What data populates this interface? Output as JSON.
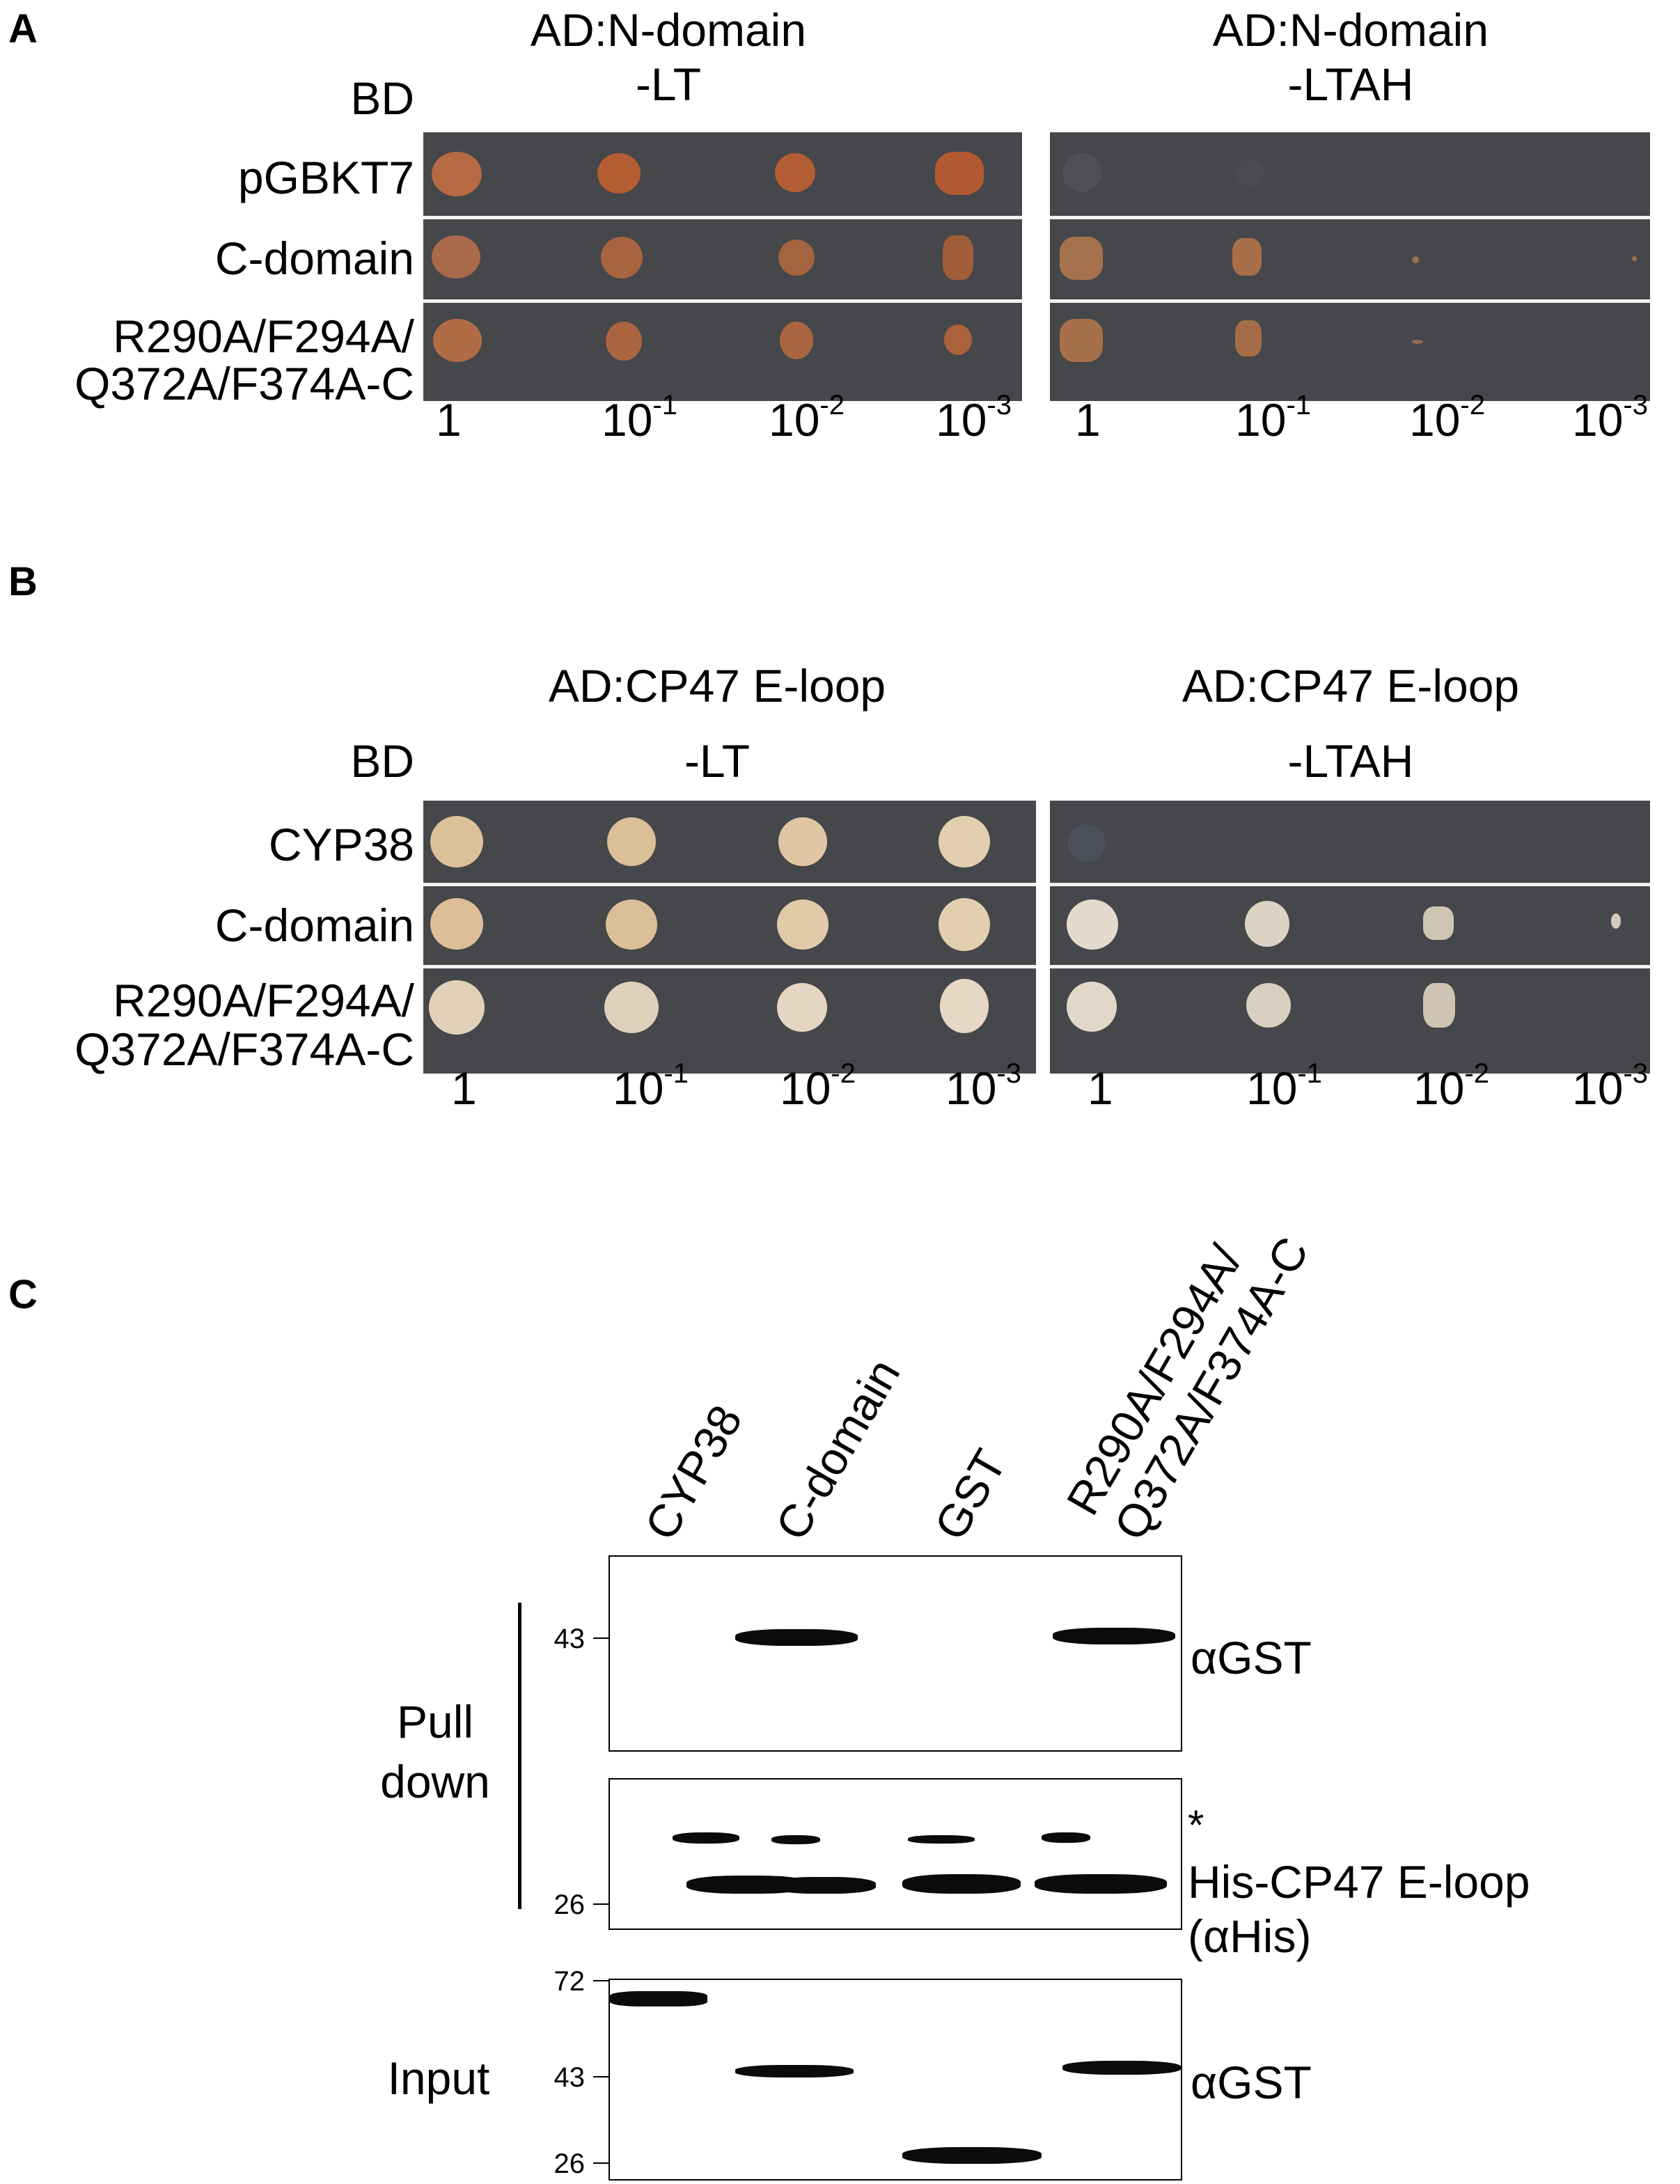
{
  "panels": {
    "A": {
      "letter": "A",
      "bd_label": "BD",
      "condition_left": {
        "line1": "AD:N-domain",
        "line2": "-LT"
      },
      "condition_right": {
        "line1": "AD:N-domain",
        "line2": "-LTAH"
      },
      "rows": [
        "pGBKT7",
        "C-domain",
        "R290A/F294A/",
        "Q372A/F374A-C"
      ]
    },
    "B": {
      "letter": "B",
      "bd_label": "BD",
      "condition_left": {
        "line1": "AD:CP47 E-loop",
        "line2": "-LT"
      },
      "condition_right": {
        "line1": "AD:CP47 E-loop",
        "line2": "-LTAH"
      },
      "rows": [
        "CYP38",
        "C-domain",
        "R290A/F294A/",
        "Q372A/F374A-C"
      ]
    },
    "C": {
      "letter": "C",
      "lanes": [
        "CYP38",
        "C-domain",
        "GST",
        "R290A/F294A/",
        "Q372A/F374A-C"
      ],
      "pull_down": {
        "line1": "Pull",
        "line2": "down"
      },
      "input_label": "Input",
      "antibodies": {
        "top": "αGST",
        "asterisk": "*",
        "middle_line1": "His-CP47 E-loop",
        "middle_line2": "(αHis)",
        "bottom": "αGST"
      },
      "markers": {
        "top_43": "43",
        "mid_26": "26",
        "bot_72": "72",
        "bot_43": "43",
        "bot_26": "26"
      }
    }
  },
  "dilutions": {
    "one": "1",
    "base": "10",
    "exp1": "-1",
    "exp2": "-2",
    "exp3": "-3"
  },
  "colors": {
    "plate": "#46474a",
    "spot_A": "#b0603a",
    "spot_B": "#d8c3a3"
  }
}
